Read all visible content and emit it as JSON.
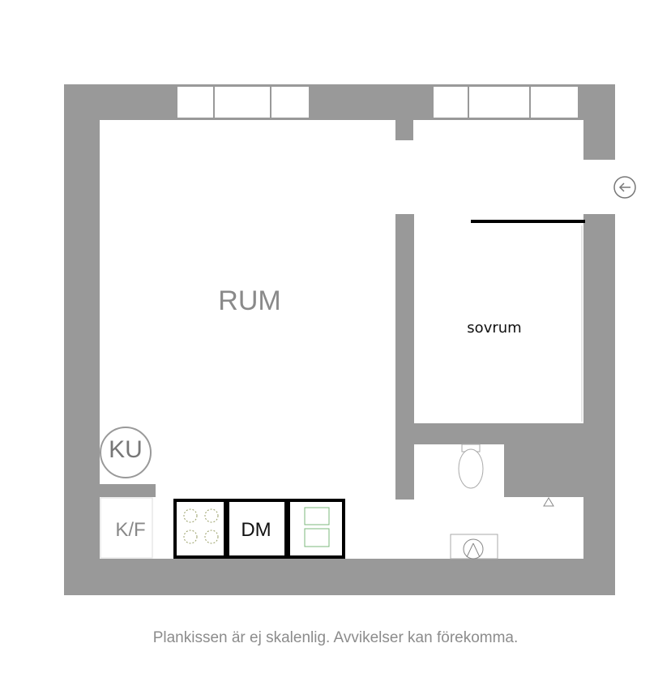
{
  "plan": {
    "rooms": {
      "main": "RUM",
      "bedroom": "sovrum",
      "closet_circle": "KU",
      "fridge": "K/F",
      "dishwasher": "DM"
    },
    "caption": "Plankissen är ej skalenlig. Avvikelser kan förekomma."
  },
  "colors": {
    "wall": "#999999",
    "wall_dark": "#8f8f8f",
    "floor": "#ffffff",
    "fixture_outline": "#000000",
    "stove_burner": "#9aa06a",
    "sink": "#7cb87c",
    "label_gray": "#8a8a8a",
    "caption": "#8c8c8c"
  },
  "icons": {
    "entrance": "arrow-left-circle-icon",
    "stove": "stove-icon",
    "sink": "sink-icon",
    "toilet": "toilet-icon",
    "washbasin": "washbasin-icon",
    "drain": "drain-icon"
  }
}
